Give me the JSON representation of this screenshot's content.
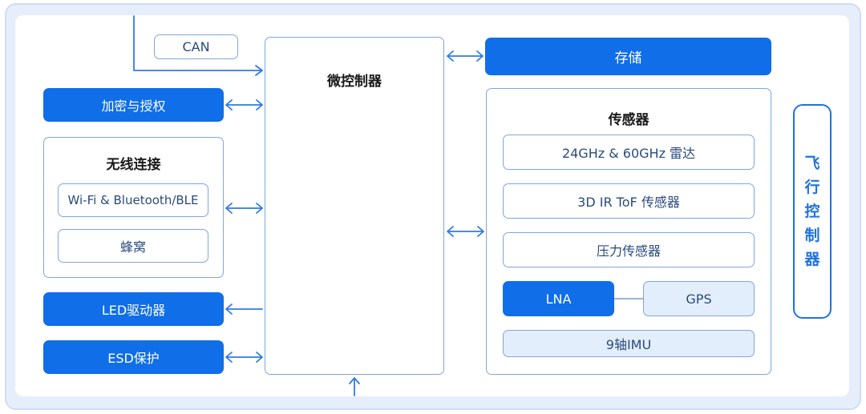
{
  "diagram": {
    "can": "CAN",
    "mcu": "微控制器",
    "storage": "存储",
    "encryption": "加密与授权",
    "wireless": {
      "title": "无线连接",
      "items": [
        "Wi-Fi & Bluetooth/BLE",
        "蜂窝"
      ]
    },
    "led": "LED驱动器",
    "esd": "ESD保护",
    "sensors": {
      "title": "传感器",
      "items": [
        "24GHz & 60GHz 雷达",
        "3D IR ToF 传感器",
        "压力传感器"
      ],
      "lna": "LNA",
      "gps": "GPS",
      "imu": "9轴IMU"
    },
    "flight_controller": [
      "飞",
      "行",
      "控",
      "制",
      "器"
    ]
  },
  "colors": {
    "primary": "#0f6ee8",
    "outline": "#7fa6e0",
    "light_fill": "#e3eefc",
    "arrow": "#2f7be6"
  }
}
